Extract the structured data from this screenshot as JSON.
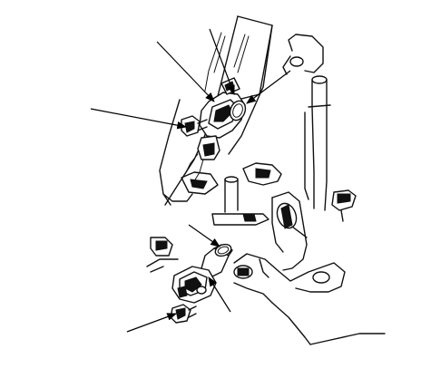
{
  "diagram": {
    "callouts": [
      {
        "id": "upper-sensor-bolt",
        "target": "bolt"
      },
      {
        "id": "upper-sensor-top-a",
        "target": "sensor"
      },
      {
        "id": "upper-sensor-top-b",
        "target": "sensor"
      },
      {
        "id": "upper-sensor-o-ring",
        "target": "o-ring"
      },
      {
        "id": "lower-sensor-o-ring",
        "target": "o-ring"
      },
      {
        "id": "lower-sensor-body",
        "target": "sensor"
      },
      {
        "id": "lower-sensor-bolt",
        "target": "bolt"
      }
    ]
  }
}
